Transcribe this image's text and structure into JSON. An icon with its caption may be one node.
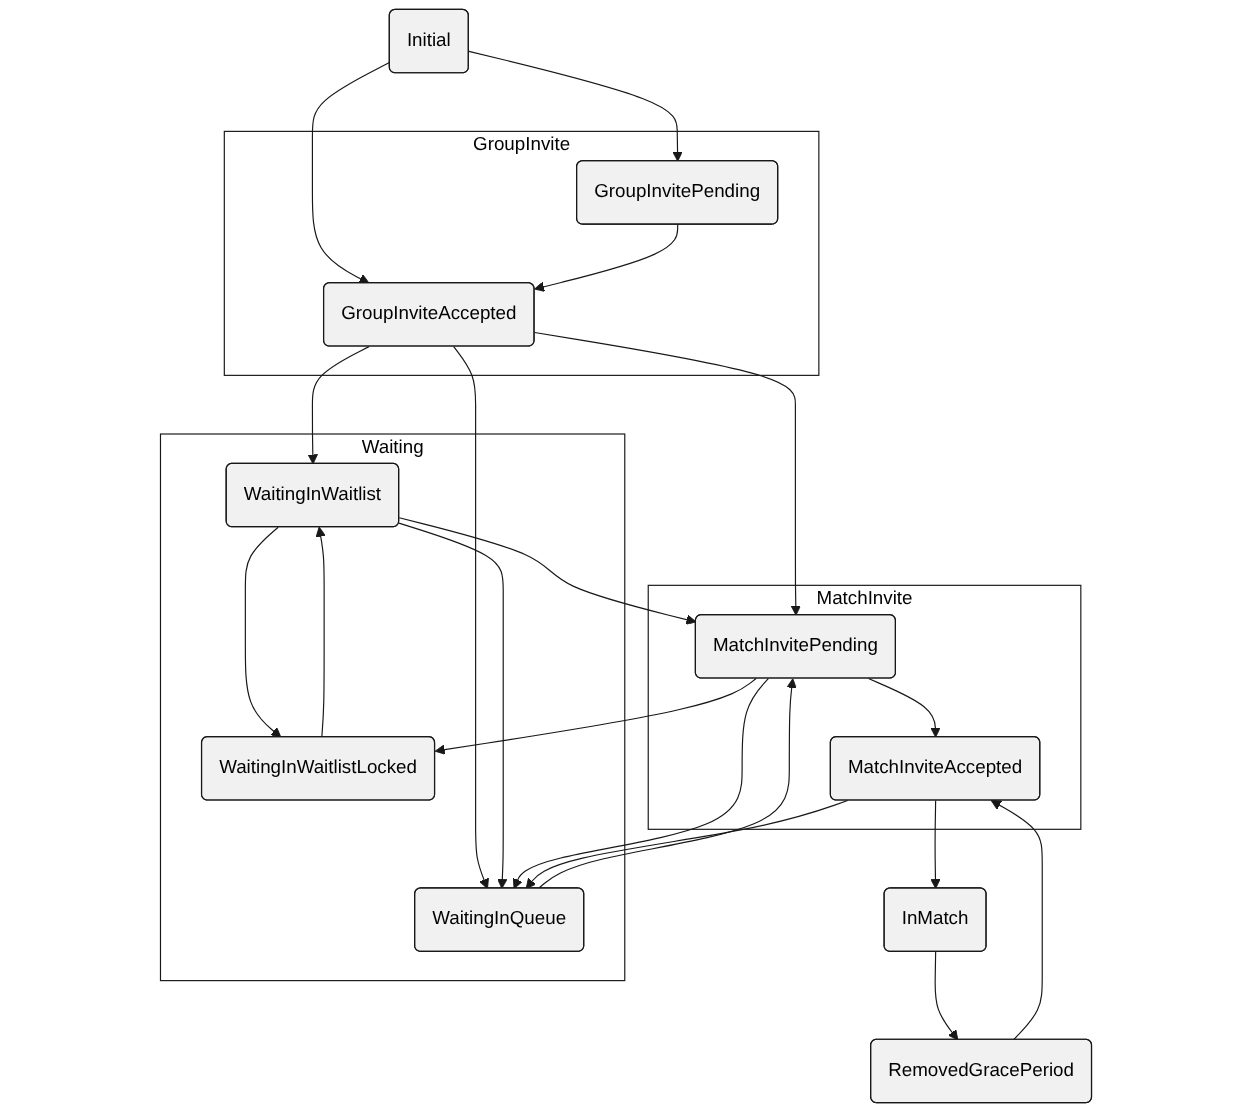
{
  "diagram": {
    "nodes": [
      {
        "text": [
          "Initial"
        ]
      },
      {
        "text": [
          "GroupInvite"
        ]
      },
      {
        "text": [
          "GroupInvitePending"
        ],
        "in": 1
      },
      {
        "text": [
          "GroupInviteAccepted"
        ],
        "in": 1
      },
      {
        "text": [
          "Waiting"
        ]
      },
      {
        "text": [
          "WaitingInWaitlistLocked"
        ],
        "in": 4
      },
      {
        "text": [
          "WaitingInWaitlist"
        ],
        "in": 4
      },
      {
        "text": [
          "WaitingInQueue"
        ],
        "in": 4
      },
      {
        "text": [
          "MatchInvite"
        ]
      },
      {
        "text": [
          "MatchInvitePending"
        ],
        "in": 8
      },
      {
        "text": [
          "MatchInviteAccepted"
        ],
        "in": 8
      },
      {
        "text": [
          "InMatch"
        ]
      },
      {
        "text": [
          "RemovedGracePeriod"
        ]
      }
    ],
    "edges": [
      {
        "from": 0,
        "to": 2,
        "arrow": "to"
      },
      {
        "from": 0,
        "to": 3,
        "arrow": "to"
      },
      {
        "from": 2,
        "to": 3,
        "arrow": "to"
      },
      {
        "from": 3,
        "to": 6,
        "arrow": "to"
      },
      {
        "from": 3,
        "to": 7,
        "arrow": "to"
      },
      {
        "from": 3,
        "to": 9,
        "arrow": "to"
      },
      {
        "from": 9,
        "to": 5,
        "arrow": "to"
      },
      {
        "from": 5,
        "to": 6,
        "arrow": "to"
      },
      {
        "from": 6,
        "to": 5,
        "arrow": "to"
      },
      {
        "from": 6,
        "to": 9,
        "arrow": "to"
      },
      {
        "from": 6,
        "to": 7,
        "arrow": "to"
      },
      {
        "from": 7,
        "to": 9,
        "arrow": "to"
      },
      {
        "from": 9,
        "to": 7,
        "arrow": "to"
      },
      {
        "from": 9,
        "to": 10,
        "arrow": "to"
      },
      {
        "from": 10,
        "to": 7,
        "arrow": "to"
      },
      {
        "from": 10,
        "to": 11,
        "arrow": "to"
      },
      {
        "from": 11,
        "to": 12,
        "arrow": "to"
      },
      {
        "from": 12,
        "to": 10,
        "arrow": "to"
      }
    ]
  }
}
